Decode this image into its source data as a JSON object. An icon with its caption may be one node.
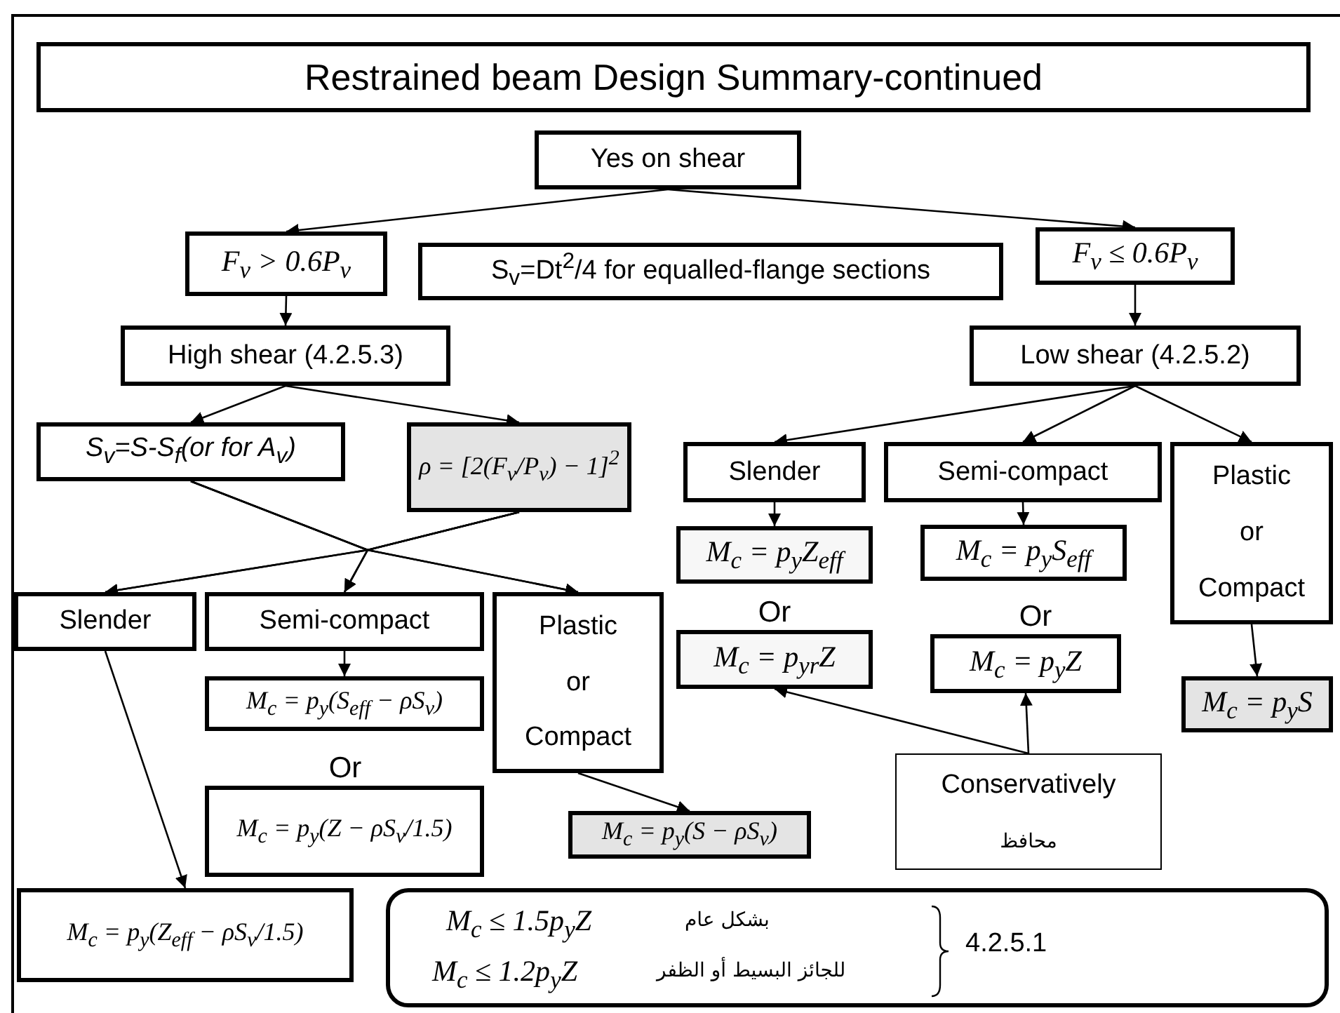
{
  "diagram": {
    "title": "Restrained beam Design Summary-continued",
    "nodes": [
      {
        "text": [
          "Yes on shear"
        ]
      },
      {
        "text": [
          "F$_{v}$ > 0.6P$_{v}$"
        ]
      },
      {
        "text": [
          "S$_{v}$=Dt$^{2}$/4 for equalled-flange sections"
        ]
      },
      {
        "text": [
          "F$_{v}$ ≤ 0.6P$_{v}$"
        ]
      },
      {
        "text": [
          "High shear (4.2.5.3)"
        ]
      },
      {
        "text": [
          "Low shear (4.2.5.2)"
        ]
      },
      {
        "text": [
          "S$_{v}$=S-S$_{f}$(or for A$_{v}$)"
        ]
      },
      {
        "text": [
          "ρ = [2(F$_{v}$/P$_{v}$) − 1]$^{2}$"
        ]
      },
      {
        "text": [
          "Slender"
        ]
      },
      {
        "text": [
          "Semi-compact"
        ]
      },
      {
        "text": [
          "Plastic or Compact"
        ]
      },
      {
        "text": [
          "M$_{c}$ = p$_{y}$Z$_{eff}$"
        ]
      },
      {
        "text": [
          "M$_{c}$ = p$_{y}$S$_{eff}$"
        ]
      },
      {
        "text": [
          "Slender"
        ]
      },
      {
        "text": [
          "Semi-compact"
        ]
      },
      {
        "text": [
          "Plastic or Compact"
        ]
      },
      {
        "text": [
          "M$_{c}$ = p$_{y}$(S$_{eff}$ − ρS$_{v}$)"
        ]
      },
      {
        "text": [
          "M$_{c}$ = p$_{yr}$Z"
        ]
      },
      {
        "text": [
          "M$_{c}$ = p$_{y}$Z"
        ]
      },
      {
        "text": [
          "M$_{c}$ = p$_{y}$S"
        ]
      },
      {
        "text": [
          "M$_{c}$ = p$_{y}$(Z − ρS$_{v}$/1.5)"
        ]
      },
      {
        "text": [
          "M$_{c}$ = p$_{y}$(S − ρS$_{v}$)"
        ]
      },
      {
        "text": [
          "Conservatively",
          "محافظ"
        ]
      },
      {
        "text": [
          "M$_{c}$ = p$_{y}$(Z$_{eff}$ − ρS$_{v}$/1.5)"
        ]
      },
      {
        "text": [
          "M$_{c}$ ≤ 1.5p$_{y}$Z",
          "بشكل عام",
          "M$_{c}$ ≤ 1.2p$_{y}$Z",
          "للجائز البسيط أو الظفر",
          "4.2.5.1"
        ]
      }
    ],
    "edges": [
      {
        "from": 0,
        "to": 1,
        "arrow": "to"
      },
      {
        "from": 0,
        "to": 3,
        "arrow": "to"
      },
      {
        "from": 1,
        "to": 4,
        "arrow": "to"
      },
      {
        "from": 3,
        "to": 5,
        "arrow": "to"
      },
      {
        "from": 4,
        "to": 6,
        "arrow": "to"
      },
      {
        "from": 4,
        "to": 7,
        "arrow": "to"
      },
      {
        "from": 5,
        "to": 8,
        "arrow": "to"
      },
      {
        "from": 5,
        "to": 9,
        "arrow": "to"
      },
      {
        "from": 5,
        "to": 10,
        "arrow": "to"
      },
      {
        "from": 6,
        "to": 13,
        "arrow": "to"
      },
      {
        "from": 6,
        "to": 14,
        "arrow": "to"
      },
      {
        "from": 6,
        "to": 15,
        "arrow": "to"
      },
      {
        "from": 7,
        "to": 13,
        "arrow": "to"
      },
      {
        "from": 7,
        "to": 14,
        "arrow": "to"
      },
      {
        "from": 7,
        "to": 15,
        "arrow": "to"
      },
      {
        "from": 8,
        "to": 11,
        "arrow": "to"
      },
      {
        "from": 9,
        "to": 12,
        "arrow": "to"
      },
      {
        "from": 10,
        "to": 19,
        "arrow": "to"
      },
      {
        "from": 14,
        "to": 16,
        "arrow": "to"
      },
      {
        "from": 15,
        "to": 21,
        "arrow": "to"
      },
      {
        "from": 13,
        "to": 23,
        "arrow": "to"
      },
      {
        "from": 22,
        "to": 17,
        "arrow": "to"
      },
      {
        "from": 22,
        "to": 18,
        "arrow": "to"
      }
    ],
    "labels": [
      "Or",
      "Or",
      "Or"
    ]
  }
}
